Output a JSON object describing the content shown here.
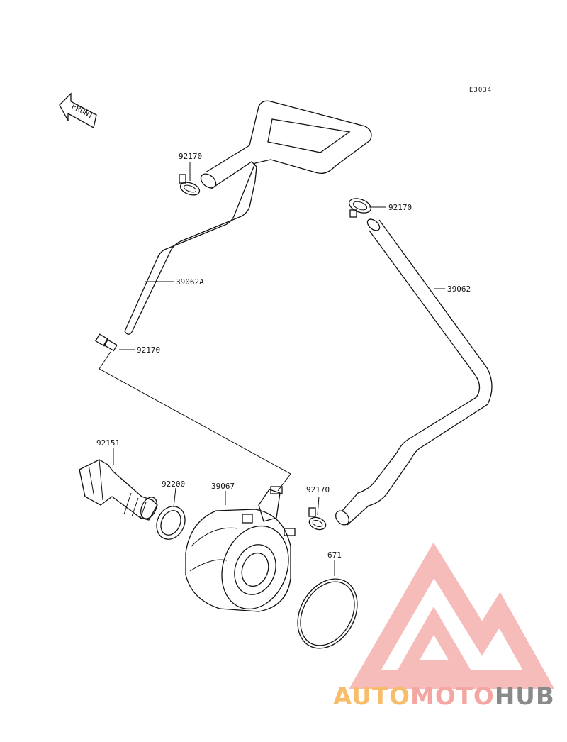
{
  "diagram_code": "E3034",
  "front_label": "FRONT",
  "parts": {
    "clamp_top_left": "92170",
    "clamp_top_right": "92170",
    "hose_left": "39062A",
    "hose_right": "39062",
    "fitting_left": "92170",
    "union_bolt": "92151",
    "gasket": "92200",
    "oil_cooler": "39067",
    "clamp_bottom": "92170",
    "o_ring": "671"
  },
  "watermark": {
    "part1": "AUTO",
    "part2": "MOTO",
    "part3": "HUB"
  },
  "colors": {
    "line": "#111111",
    "watermark_orange": "#f7bd6a",
    "watermark_red": "#f4a6a3",
    "watermark_gray": "#8a8a8a"
  }
}
